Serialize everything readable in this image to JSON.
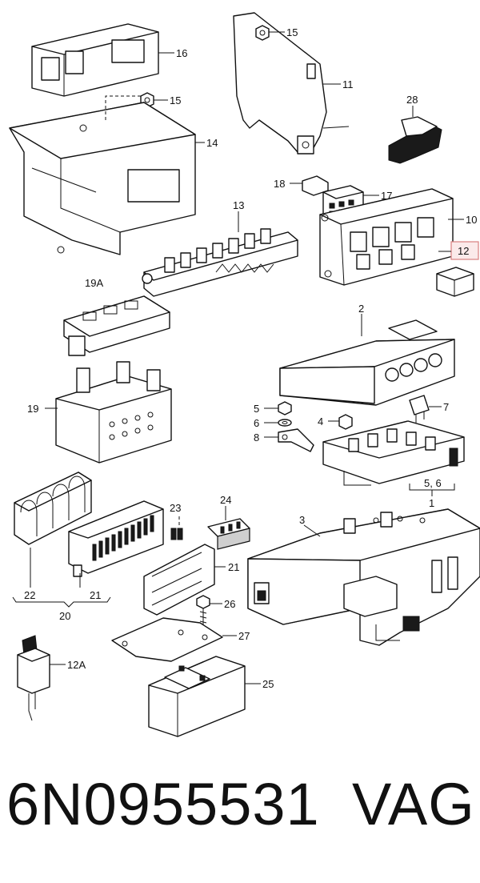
{
  "diagram": {
    "callouts": {
      "c15a": "15",
      "c16": "16",
      "c15b": "15",
      "c14": "14",
      "c11": "11",
      "c28": "28",
      "c18": "18",
      "c17": "17",
      "c10": "10",
      "c12": "12",
      "c13": "13",
      "c19a": "19A",
      "c2": "2",
      "c19": "19",
      "c5": "5",
      "c6": "6",
      "c4": "4",
      "c7": "7",
      "c8": "8",
      "c56": "5, 6",
      "c1": "1",
      "c3": "3",
      "c23": "23",
      "c24": "24",
      "c21b": "21",
      "c22": "22",
      "c21a": "21",
      "c20": "20",
      "c26": "26",
      "c27": "27",
      "c12a": "12A",
      "c25": "25"
    },
    "highlighted_callout": "12",
    "highlight_color": "#d98080"
  },
  "footer": {
    "part_number": "6N0955531",
    "brand": "VAG"
  }
}
